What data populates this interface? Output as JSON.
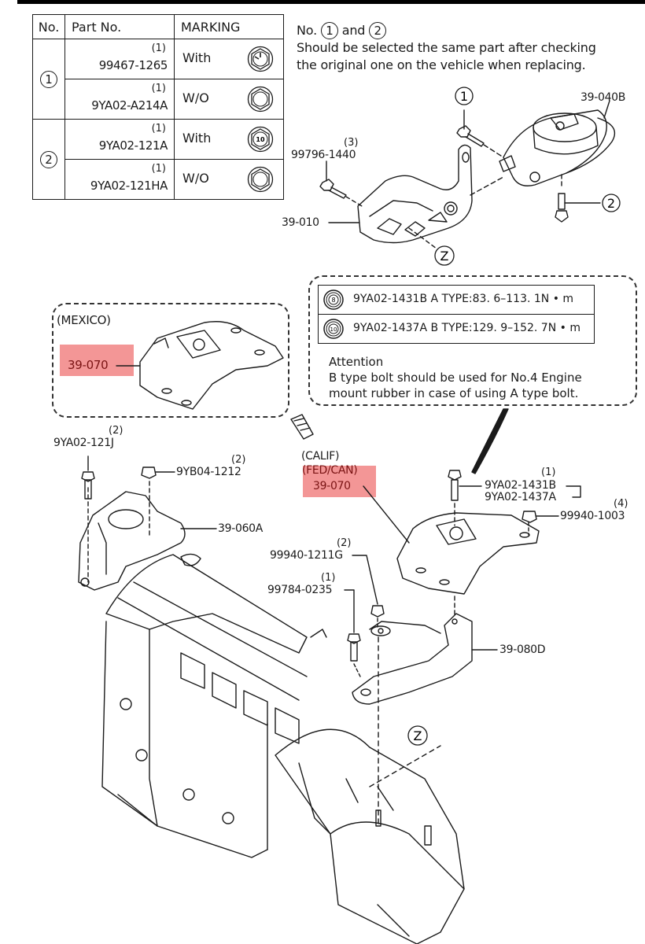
{
  "parts_table": {
    "headers": [
      "No.",
      "Part No.",
      "MARKING"
    ],
    "groups": [
      {
        "no": "1",
        "rows": [
          {
            "qty": "(1)",
            "part_no": "99467-1265",
            "marking": "With",
            "icon": "bolt-head-marked-icon"
          },
          {
            "qty": "(1)",
            "part_no": "9YA02-A214A",
            "marking": "W/O",
            "icon": "bolt-head-plain-icon"
          }
        ]
      },
      {
        "no": "2",
        "rows": [
          {
            "qty": "(1)",
            "part_no": "9YA02-121A",
            "marking": "With",
            "icon": "bolt-head-10-icon",
            "icon_text": "10"
          },
          {
            "qty": "(1)",
            "part_no": "9YA02-121HA",
            "marking": "W/O",
            "icon": "bolt-head-plain-icon"
          }
        ]
      }
    ]
  },
  "note": {
    "prefix": "No.",
    "num1": "1",
    "and": "and",
    "num2": "2",
    "line1": "Should be selected the same part after checking",
    "line2": "the original one on the vehicle when replacing."
  },
  "callouts": {
    "c1_top": "1",
    "c2_right": "2",
    "z_top": "Z",
    "z_bottom": "Z"
  },
  "labels": {
    "p39_040b": "39-040B",
    "p99796_qty": "(3)",
    "p99796": "99796-1440",
    "p39_010": "39-010",
    "mexico": "(MEXICO)",
    "p39_070_mexico": "39-070",
    "p121j_qty": "(2)",
    "p121j": "9YA02-121J",
    "p1212_qty": "(2)",
    "p1212": "9YB04-1212",
    "p39_060a": "39-060A",
    "calif": "(CALIF)",
    "fedcan": "(FED/CAN)",
    "p39_070_us": "39-070",
    "p1431b_qty": "(1)",
    "p1431b": "9YA02-1431B",
    "p1437a": "9YA02-1437A",
    "p1003_qty": "(4)",
    "p1003": "99940-1003",
    "p1211g_qty": "(2)",
    "p1211g": "99940-1211G",
    "p0235_qty": "(1)",
    "p0235": "99784-0235",
    "p39_080d": "39-080D"
  },
  "torque": {
    "rows": [
      {
        "icon_text": "8",
        "text": "9YA02-1431B  A TYPE:83. 6–113. 1N • m"
      },
      {
        "icon_text": "10",
        "text": "9YA02-1437A  B TYPE:129. 9–152. 7N • m"
      }
    ],
    "attention_title": "Attention",
    "attention_line1": "B type bolt should be used for No.4 Engine",
    "attention_line2": "mount rubber in case of using A type bolt."
  },
  "colors": {
    "highlight": "#f28b8b",
    "highlight_text": "#7a1414",
    "ink": "#1a1a1a"
  }
}
